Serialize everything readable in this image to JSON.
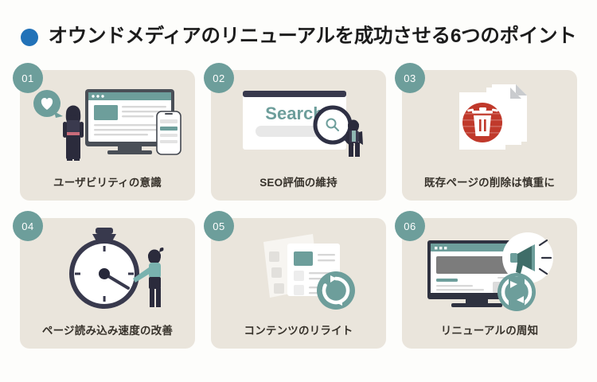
{
  "header": {
    "bullet_color": "#2272b8",
    "title": "オウンドメディアのリニューアルを成功させる6つのポイント"
  },
  "theme": {
    "page_background": "#fdfdfb",
    "card_background": "#eae5dc",
    "badge_color": "#6d9e9b",
    "accent_teal": "#6d9e9b",
    "accent_navy": "#38394d",
    "accent_red": "#c0392b",
    "label_color": "#37322b"
  },
  "cards": [
    {
      "number": "01",
      "label": "ユーザビリティの意識",
      "icon": "person-monitor-heart-icon"
    },
    {
      "number": "02",
      "label": "SEO評価の維持",
      "icon": "search-window-magnifier-icon",
      "art_text": "Search"
    },
    {
      "number": "03",
      "label": "既存ページの削除は慎重に",
      "icon": "pages-trash-delete-icon"
    },
    {
      "number": "04",
      "label": "ページ読み込み速度の改善",
      "icon": "stopwatch-person-icon"
    },
    {
      "number": "05",
      "label": "コンテンツのリライト",
      "icon": "documents-refresh-icon"
    },
    {
      "number": "06",
      "label": "リニューアルの周知",
      "icon": "monitor-megaphone-refresh-icon"
    }
  ]
}
